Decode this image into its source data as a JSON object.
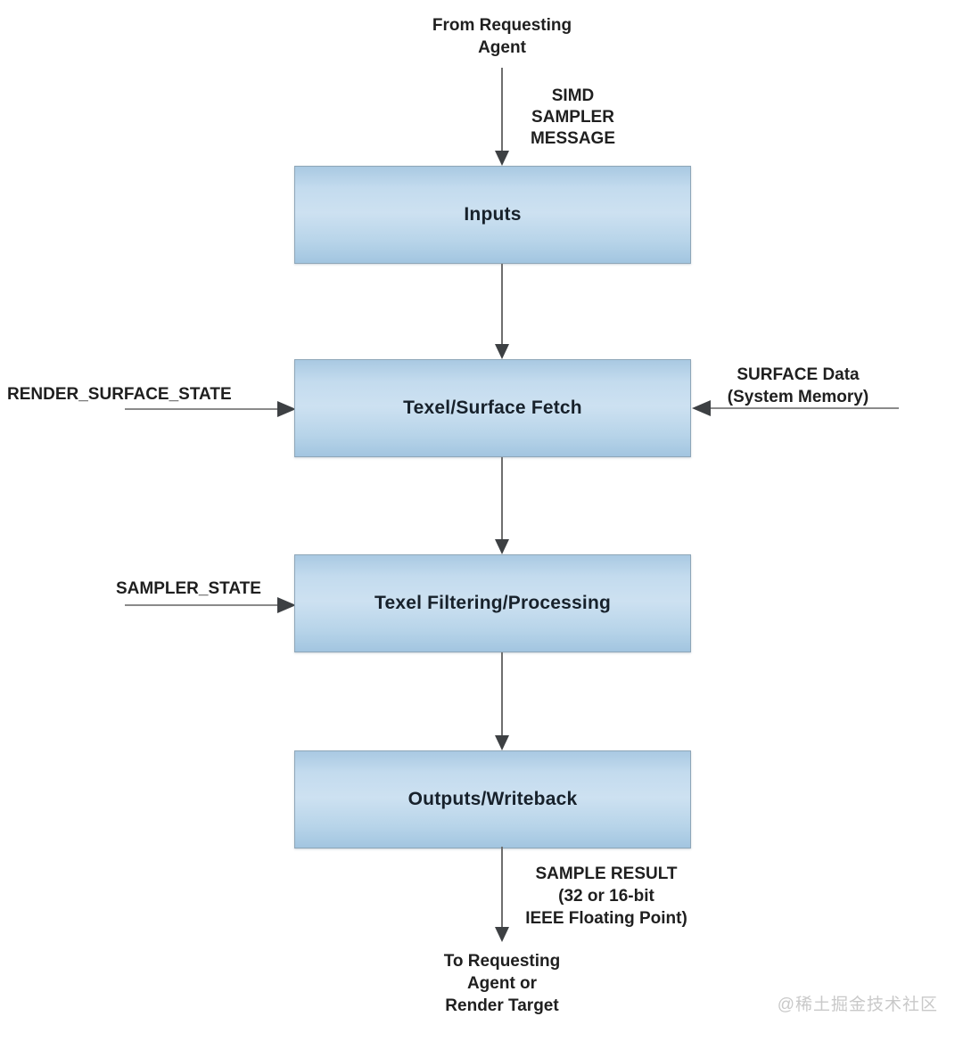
{
  "diagram_title": "SIMD sampler pipeline flow diagram",
  "colors": {
    "box_fill_top": "#a9c9e2",
    "box_fill_mid": "#cde1f1",
    "box_fill_bottom": "#a2c5e0",
    "box_border": "#8ea6b8",
    "box_text": "#17212b",
    "label_text": "#1f1f1f",
    "arrow_line": "#6e6e6e",
    "arrow_head": "#3d4043",
    "watermark_text": "#c9c9c9"
  },
  "nodes": [
    {
      "id": "inputs",
      "label": "Inputs"
    },
    {
      "id": "texel-surface-fetch",
      "label": "Texel/Surface Fetch"
    },
    {
      "id": "texel-filtering-processing",
      "label": "Texel Filtering/Processing"
    },
    {
      "id": "outputs-writeback",
      "label": "Outputs/Writeback"
    }
  ],
  "labels": {
    "from_agent": "From Requesting\nAgent",
    "simd_message": "SIMD\nSAMPLER\nMESSAGE",
    "render_surface_state": "RENDER_SURFACE_STATE",
    "surface_data": "SURFACE Data\n(System Memory)",
    "sampler_state": "SAMPLER_STATE",
    "sample_result": "SAMPLE RESULT\n(32 or 16-bit\nIEEE Floating Point)",
    "to_agent": "To Requesting\nAgent or\nRender Target",
    "watermark": "@稀土掘金技术社区"
  }
}
